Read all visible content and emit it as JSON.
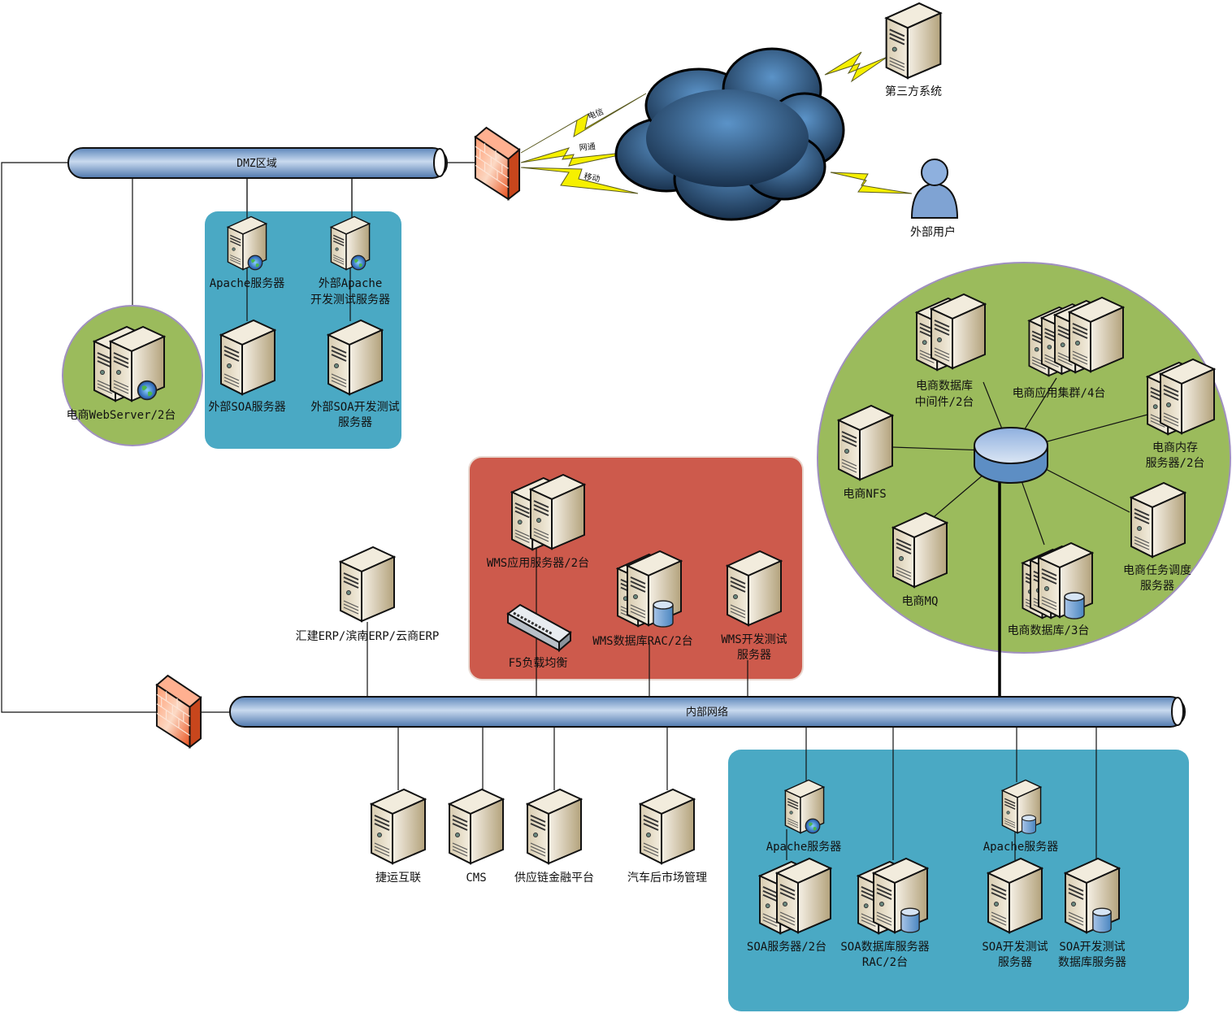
{
  "colors": {
    "dmz_zone": "#4aa9c4",
    "ecommerce_zone": "#9bbb5c",
    "wms_zone": "#cd5a4c",
    "network_pipe": "#7fa3cf",
    "firewall": "#f07040",
    "cloud": "#2e5d88"
  },
  "networks": {
    "dmz": "DMZ区域",
    "internal": "内部网络"
  },
  "internet": {
    "links": [
      "电信",
      "网通",
      "移动"
    ],
    "third_party": "第三方系统",
    "external_user": "外部用户"
  },
  "dmz_nodes": {
    "webserver": "电商WebServer/2台",
    "apache": "Apache服务器",
    "ext_apache": [
      "外部Apache",
      "开发测试服务器"
    ],
    "ext_soa": "外部SOA服务器",
    "ext_soa_dev": [
      "外部SOA开发测试",
      "服务器"
    ]
  },
  "wms_nodes": {
    "app": "WMS应用服务器/2台",
    "f5": "F5负载均衡",
    "db": "WMS数据库RAC/2台",
    "dev": [
      "WMS开发测试",
      "服务器"
    ]
  },
  "erp": "汇建ERP/滨南ERP/云商ERP",
  "ecommerce_nodes": {
    "db_middleware": [
      "电商数据库",
      "中间件/2台"
    ],
    "app_cluster": "电商应用集群/4台",
    "memory": [
      "电商内存",
      "服务器/2台"
    ],
    "nfs": "电商NFS",
    "mq": "电商MQ",
    "database": "电商数据库/3台",
    "scheduler": [
      "电商任务调度",
      "服务器"
    ]
  },
  "internal_nodes": {
    "jieyun": "捷运互联",
    "cms": "CMS",
    "supply_chain": "供应链金融平台",
    "auto_aftermarket": "汽车后市场管理"
  },
  "soa_nodes": {
    "apache1": "Apache服务器",
    "apache2": "Apache服务器",
    "soa": "SOA服务器/2台",
    "soa_db": [
      "SOA数据库服务器",
      "RAC/2台"
    ],
    "soa_dev": [
      "SOA开发测试",
      "服务器"
    ],
    "soa_dev_db": [
      "SOA开发测试",
      "数据库服务器"
    ]
  }
}
